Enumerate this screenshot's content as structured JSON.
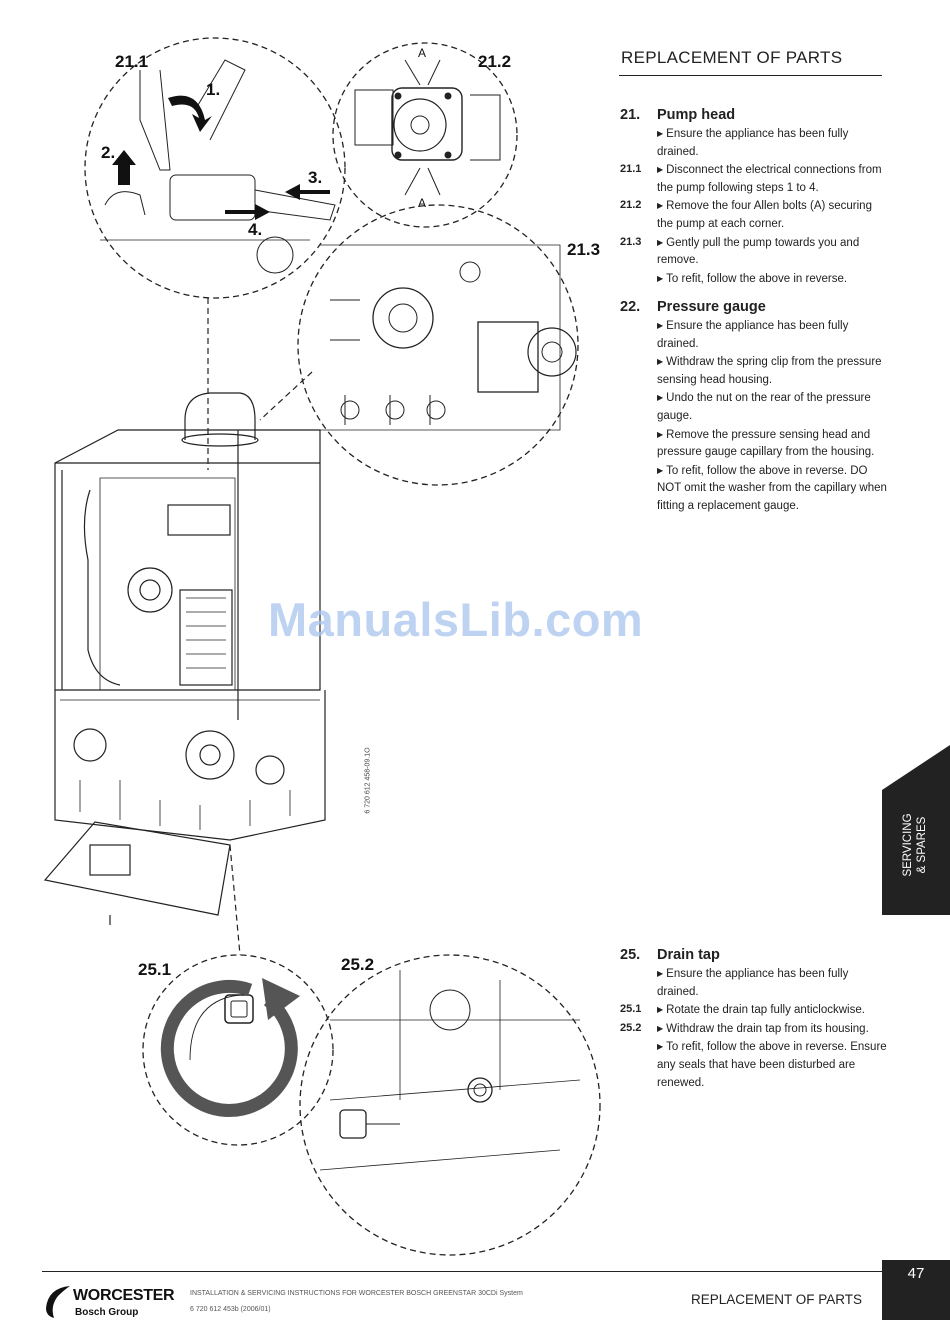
{
  "header": {
    "section_title": "REPLACEMENT OF PARTS"
  },
  "figure": {
    "callouts": [
      "21.1",
      "21.2",
      "21.3",
      "25.1",
      "25.2"
    ],
    "step_markers": [
      "1.",
      "2.",
      "3.",
      "4."
    ],
    "bolt_labels": [
      "A",
      "A"
    ],
    "drawing_code": "6 720 612 458-09.1O"
  },
  "watermark": "ManualsLib.com",
  "sections": [
    {
      "number": "21.",
      "title": "Pump head",
      "rows": [
        {
          "step": "",
          "bullet": true,
          "text": "Ensure the appliance has been fully drained."
        },
        {
          "step": "21.1",
          "bullet": true,
          "text": "Disconnect the electrical connections from the pump following steps 1 to 4."
        },
        {
          "step": "21.2",
          "bullet": true,
          "text": "Remove the four Allen bolts (A) securing the pump at each corner."
        },
        {
          "step": "21.3",
          "bullet": true,
          "text": "Gently pull the pump towards you and remove."
        },
        {
          "step": "",
          "bullet": true,
          "text": "To refit, follow the above in reverse."
        }
      ]
    },
    {
      "number": "22.",
      "title": "Pressure gauge",
      "rows": [
        {
          "step": "",
          "bullet": true,
          "text": "Ensure the appliance has been fully drained."
        },
        {
          "step": "",
          "bullet": true,
          "text": "Withdraw the spring clip from the pressure sensing head housing."
        },
        {
          "step": "",
          "bullet": true,
          "text": "Undo the nut on the rear of the pressure gauge."
        },
        {
          "step": "",
          "bullet": true,
          "text": "Remove the pressure sensing head and pressure gauge capillary from the housing."
        },
        {
          "step": "",
          "bullet": true,
          "text": "To refit, follow the above in reverse. DO NOT omit the washer from the capillary when fitting a replacement gauge."
        }
      ]
    },
    {
      "number": "25.",
      "title": "Drain tap",
      "rows": [
        {
          "step": "",
          "bullet": true,
          "text": "Ensure the appliance has been fully drained."
        },
        {
          "step": "25.1",
          "bullet": true,
          "text": "Rotate the drain tap fully anticlockwise."
        },
        {
          "step": "25.2",
          "bullet": true,
          "text": "Withdraw the drain tap from its housing."
        },
        {
          "step": "",
          "bullet": true,
          "text": "To refit, follow the above in reverse. Ensure any seals that have been disturbed are renewed."
        }
      ]
    }
  ],
  "side_tab": {
    "line1": "SERVICING",
    "line2": "& SPARES"
  },
  "footer": {
    "brand": "WORCESTER",
    "brand_sub": "Bosch Group",
    "doc_title": "INSTALLATION & SERVICING INSTRUCTIONS FOR WORCESTER BOSCH GREENSTAR 30CDi System",
    "doc_code": "6 720 612 453b (2006/01)",
    "section": "REPLACEMENT OF PARTS",
    "page_number": "47"
  },
  "colors": {
    "ink": "#1a1a1a",
    "tab": "#222222",
    "watermark": "#a9c4ee"
  }
}
